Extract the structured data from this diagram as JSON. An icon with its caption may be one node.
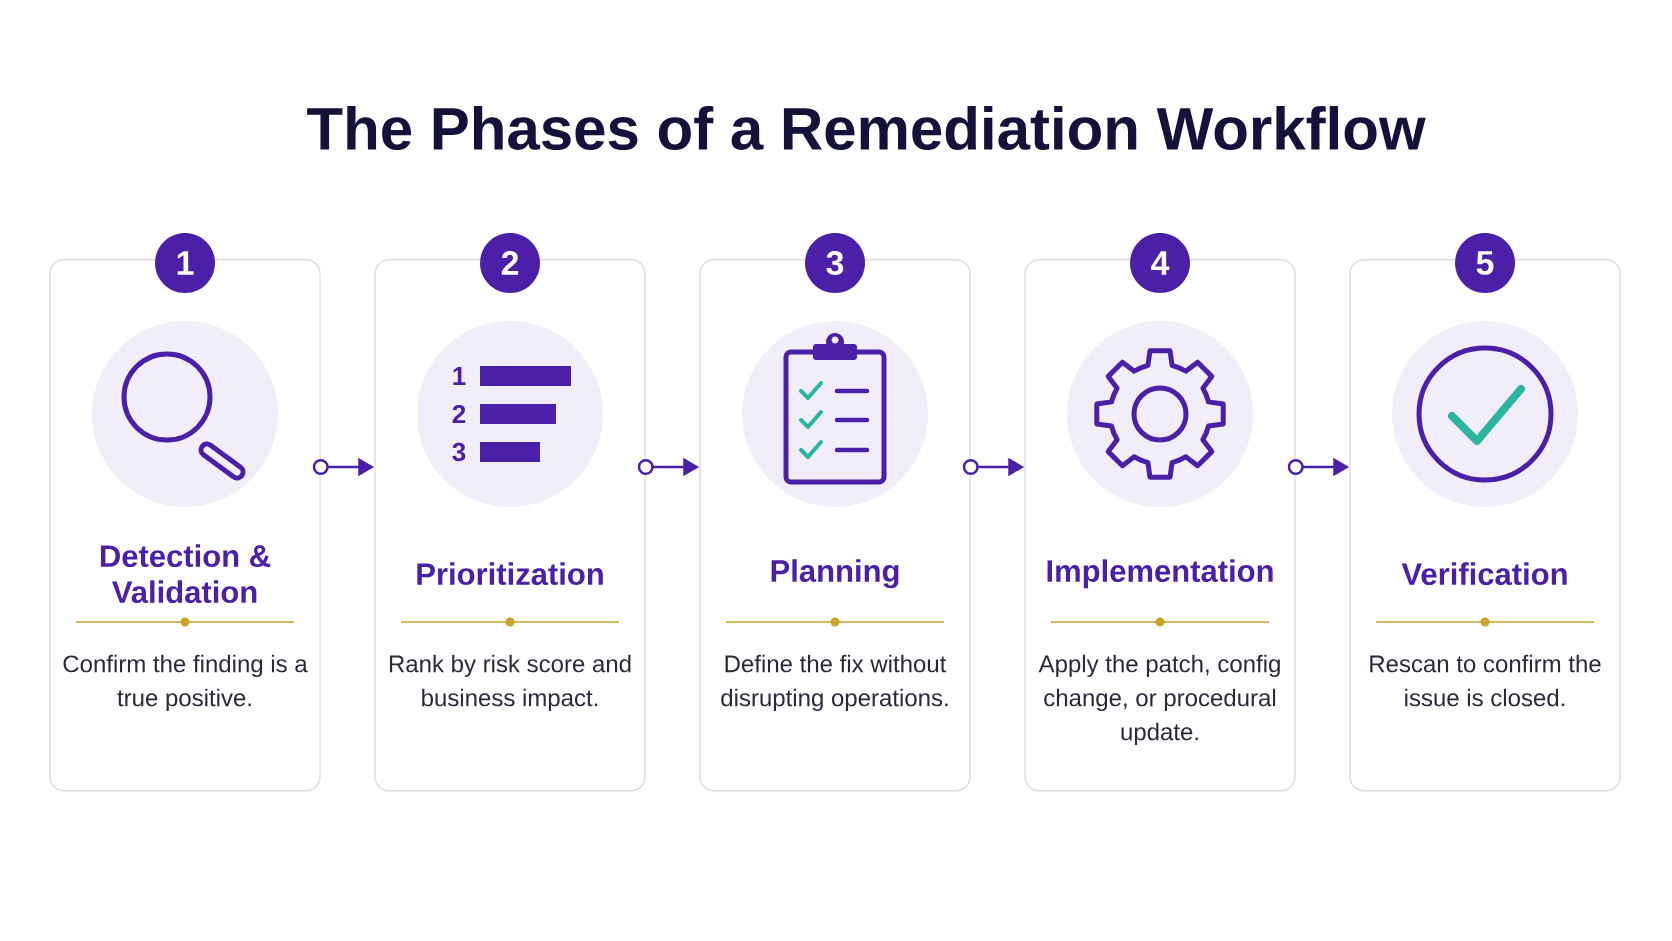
{
  "diagram": {
    "title": "The Phases of a Remediation Workflow",
    "nodes": [
      {
        "text": [
          "1"
        ]
      },
      {
        "text": [
          "Detection & Validation",
          "Confirm the finding is a true positive."
        ]
      },
      {
        "text": [
          "2"
        ]
      },
      {
        "text": [
          "Prioritization",
          "Rank by risk score and business impact."
        ]
      },
      {
        "text": [
          "3"
        ]
      },
      {
        "text": [
          "Planning",
          "Define the fix without disrupting operations."
        ]
      },
      {
        "text": [
          "4"
        ]
      },
      {
        "text": [
          "Implementation",
          "Apply the patch, config change, or procedural update."
        ]
      },
      {
        "text": [
          "5"
        ]
      },
      {
        "text": [
          "Verification",
          "Rescan to confirm the issue is closed."
        ]
      }
    ],
    "edges": [
      {
        "from": 1,
        "to": 3,
        "arrow": "to"
      },
      {
        "from": 3,
        "to": 5,
        "arrow": "to"
      },
      {
        "from": 5,
        "to": 7,
        "arrow": "to"
      },
      {
        "from": 7,
        "to": 9,
        "arrow": "to"
      }
    ],
    "labels": [
      "1",
      "2",
      "3"
    ]
  }
}
